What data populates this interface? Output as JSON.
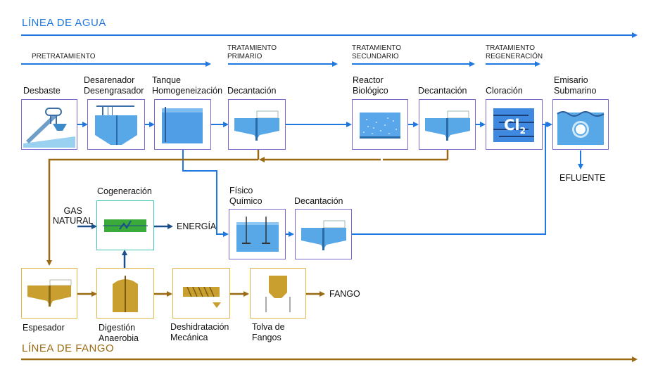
{
  "lines": {
    "water": "LÍNEA DE AGUA",
    "sludge": "LÍNEA DE FANGO"
  },
  "stages": {
    "pre": "PRETRATAMIENTO",
    "primary": [
      "TRATAMIENTO",
      "PRIMARIO"
    ],
    "secondary": [
      "TRATAMIENTO",
      "SECUNDARIO"
    ],
    "regeneration": [
      "TRATAMIENTO",
      "REGENERACIÓN"
    ]
  },
  "processes": {
    "desbaste": [
      "Desbaste"
    ],
    "desarenador": [
      "Desarenador",
      "Desengrasador"
    ],
    "tanque": [
      "Tanque",
      "Homogeneización"
    ],
    "decantacion1": [
      "Decantación"
    ],
    "reactor": [
      "Reactor",
      "Biológico"
    ],
    "decantacion2": [
      "Decantación"
    ],
    "cloracion": [
      "Cloración"
    ],
    "emisario": [
      "Emisario",
      "Submarino"
    ],
    "cogeneracion": [
      "Cogeneración"
    ],
    "fisico": [
      "Físico",
      "Químico"
    ],
    "decantacion3": [
      "Decantación"
    ],
    "espesador": [
      "Espesador"
    ],
    "digestion": [
      "Digestión",
      "Anaerobia"
    ],
    "deshidratacion": [
      "Deshidratación",
      "Mecánica"
    ],
    "tolva": [
      "Tolva de",
      "Fangos"
    ]
  },
  "labels": {
    "efluente": "EFLUENTE",
    "gas": [
      "GAS",
      "NATURAL"
    ],
    "energia": "ENERGÍA",
    "fango": "FANGO",
    "chlorine": "Cl",
    "chlorine_sub": "2"
  },
  "colors": {
    "water": "#1f77e0",
    "sludge": "#9a6a12",
    "box_border": "#7b6ad0",
    "sludge_border": "#e0b84a",
    "cogen": "#3aaa3a"
  }
}
